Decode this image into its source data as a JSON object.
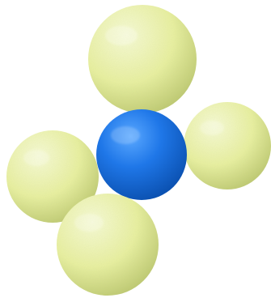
{
  "image": {
    "background_color": "#ffffff",
    "subject": "molecular-model",
    "center_sphere": {
      "color": "#1f77e8",
      "highlight_color": "#5aa8ff",
      "shadow_color": "#0a4fae"
    },
    "outer_spheres": {
      "count": 4,
      "color": "#e8f0a0",
      "highlight_color": "#f7fbd6",
      "shadow_color": "#b9c56b",
      "texture": "rough"
    }
  }
}
